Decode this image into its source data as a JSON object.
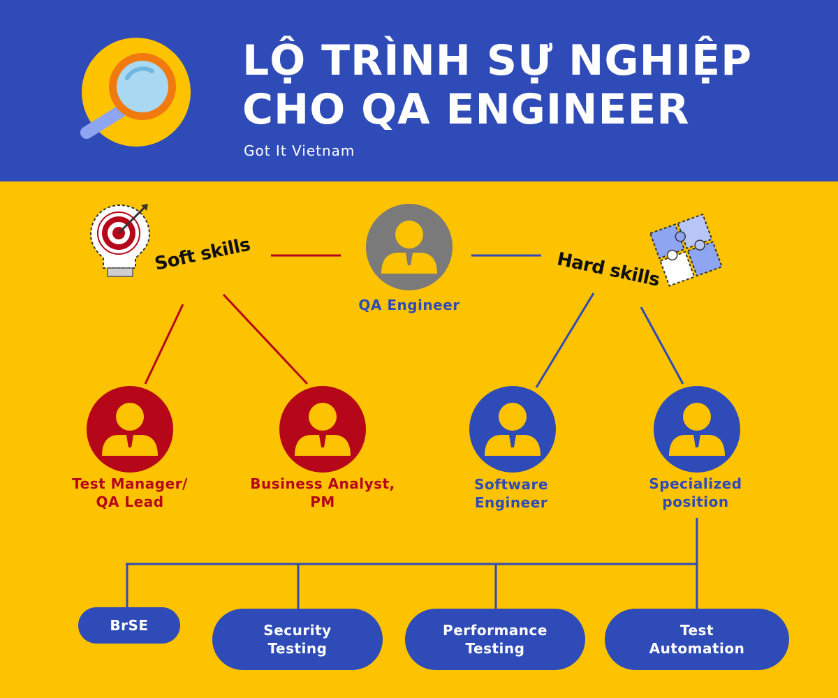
{
  "header": {
    "title_line1": "LỘ TRÌNH SỰ NGHIỆP",
    "title_line2": "CHO QA ENGINEER",
    "subtitle": "Got It Vietnam",
    "logo_icon": "magnifier-icon"
  },
  "colors": {
    "header_bg": "#2e4bb8",
    "main_bg": "#fdc200",
    "red": "#b5061a",
    "blue": "#2e4bb8",
    "gray": "#7a7a7a",
    "person_fill": "#fdc200"
  },
  "root": {
    "label": "QA Engineer",
    "icon": "person-icon"
  },
  "branches": {
    "soft": {
      "label": "Soft skills",
      "icon": "target-bulb-icon"
    },
    "hard": {
      "label": "Hard skills",
      "icon": "puzzle-icon"
    }
  },
  "roles": [
    {
      "lines": [
        "Test Manager/",
        "QA Lead"
      ],
      "branch": "soft"
    },
    {
      "lines": [
        "Business Analyst,",
        "PM"
      ],
      "branch": "soft"
    },
    {
      "lines": [
        "Software",
        "Engineer"
      ],
      "branch": "hard"
    },
    {
      "lines": [
        "Specialized",
        "position"
      ],
      "branch": "hard"
    }
  ],
  "specializations": [
    {
      "lines": [
        "BrSE"
      ]
    },
    {
      "lines": [
        "Security",
        "Testing"
      ]
    },
    {
      "lines": [
        "Performance",
        "Testing"
      ]
    },
    {
      "lines": [
        "Test",
        "Automation"
      ]
    }
  ]
}
